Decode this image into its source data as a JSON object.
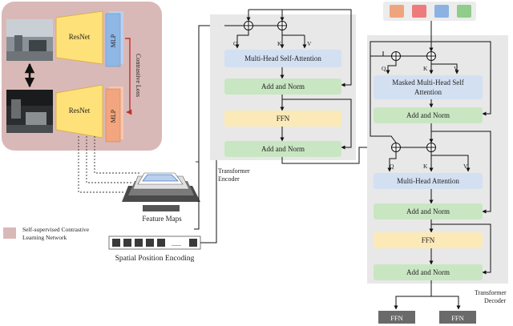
{
  "contrastive": {
    "resnet_top": "ResNet",
    "resnet_bottom": "ResNet",
    "mlp_top": "MLP",
    "mlp_bottom": "MLP",
    "loss_label": "Contrastive Loss"
  },
  "legend": {
    "line1": "Self-supervised Contrastive",
    "line2": "Learning Network",
    "swatch_color": "#d9b9b7"
  },
  "feature_maps_label": "Feature Maps",
  "spatial_encoding": {
    "label": "Spatial Position Encoding",
    "dots": "......"
  },
  "encoder": {
    "q": "Q",
    "k": "K",
    "v": "V",
    "attention": "Multi-Head Self-Attention",
    "add_norm_1": "Add and Norm",
    "ffn": "FFN",
    "add_norm_2": "Add and Norm",
    "caption_line1": "Transformer",
    "caption_line2": "Encoder"
  },
  "decoder": {
    "masked_attention_line1": "Masked Multi-Head Self",
    "masked_attention_line2": "Attention",
    "add_norm_1": "Add and Norm",
    "q1": "Q",
    "k1": "K",
    "v1": "V",
    "q2": "Q",
    "k2": "K",
    "v2": "V",
    "attention": "Multi-Head Attention",
    "add_norm_2": "Add and Norm",
    "ffn": "FFN",
    "add_norm_3": "Add and Norm",
    "caption_line1": "Transformer",
    "caption_line2": "Decoder"
  },
  "query_colors": [
    "#f0a47e",
    "#ee7b7b",
    "#8bb2e3",
    "#8fcd8a"
  ],
  "output_heads": {
    "ffn_1": "FFN",
    "ffn_2": "FFN"
  },
  "colors": {
    "attention": "#d3e0f2",
    "add_norm": "#c9e6c2",
    "ffn_block": "#fbe9b8",
    "panel": "#e8e8e8",
    "contrastive_bg": "#d9b9b7",
    "resnet": "#ffe17a",
    "mlp_top": "#8eb7e6",
    "mlp_bottom": "#f2a57e"
  }
}
